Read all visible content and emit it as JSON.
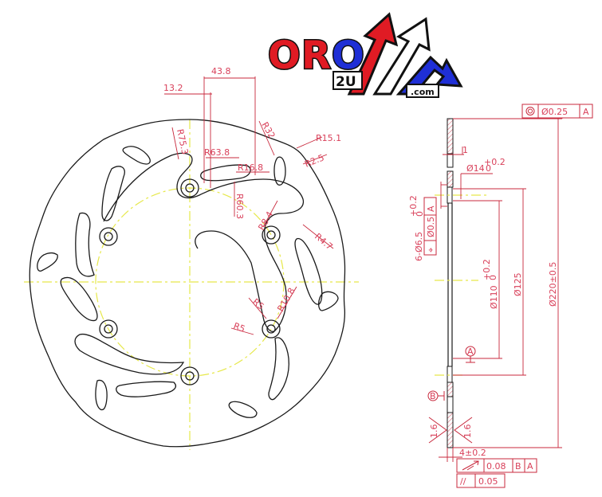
{
  "logo": {
    "brand_left": "ORO",
    "letter_o1": "O",
    "letter_r": "R",
    "letter_o2": "O",
    "sub": "2U",
    "domain": ".com",
    "colors": {
      "red": "#e01b24",
      "blue": "#1f2fd6",
      "outline": "#111111"
    }
  },
  "front_view": {
    "dimensions": {
      "width_43_8": "43.8",
      "width_13_2": "13.2",
      "r75_3": "R75.3",
      "r63_8": "R63.8",
      "r16_8": "R16.8",
      "r60_3": "R60.3",
      "r32": "R32",
      "r15_1": "R15.1",
      "r2_5": "R2.5",
      "r8_4": "R8.4",
      "r4_7": "R4.7",
      "r5_a": "R5",
      "r5_b": "R5",
      "r10_8": "R10.8"
    }
  },
  "side_view": {
    "concentricity": {
      "symbol": "◎",
      "value": "Ø0.25",
      "datum": "A"
    },
    "thickness_step": "1",
    "bore": {
      "value": "Ø14",
      "tol_upper": "+0.2",
      "tol_lower": "0"
    },
    "holes": {
      "label": "6-Ø6.5",
      "tol_upper": "+0.2",
      "tol_lower": "0",
      "position_symbol": "⌖",
      "position_value": "Ø0.5",
      "datum": "A"
    },
    "diam_110": {
      "value": "Ø110",
      "tol_upper": "+0.2",
      "tol_lower": "0"
    },
    "diam_125": "Ø125",
    "diam_220": "Ø220±0.5",
    "datum_a": "A",
    "datum_b": "B",
    "roughness_left": "1.6",
    "roughness_right": "1.6",
    "thickness": "4±0.2",
    "runout": {
      "value": "0.08",
      "datum1": "B",
      "datum2": "A"
    },
    "parallelism": {
      "symbol": "//",
      "value": "0.05"
    }
  },
  "colors": {
    "dimension": "#c8283c",
    "centerline": "#e6e84a",
    "outline": "#1a1a1a"
  }
}
